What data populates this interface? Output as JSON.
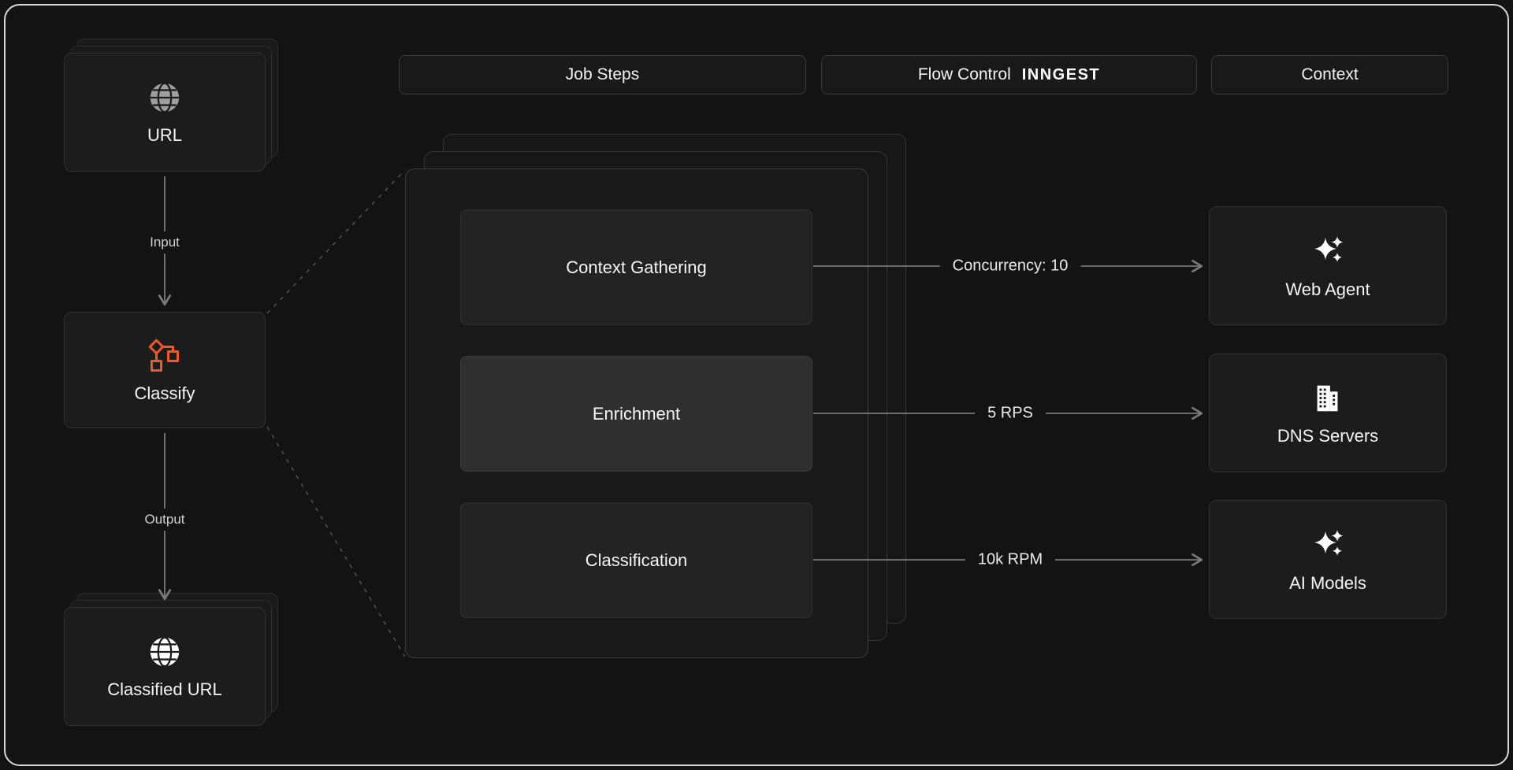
{
  "colors": {
    "background": "#131313",
    "card_background": "#1c1c1c",
    "accent_orange": "#f05a28",
    "arrow_gray": "#7a7a7a",
    "text": "#f5f5f5"
  },
  "headers": {
    "job_steps": "Job Steps",
    "flow_control": "Flow Control",
    "flow_control_brand": "INNGEST",
    "context": "Context"
  },
  "pipeline": {
    "input_card_label": "URL",
    "input_card_icon": "globe-icon",
    "input_edge_label": "Input",
    "classify_card_label": "Classify",
    "classify_card_icon": "classify-flow-icon",
    "output_edge_label": "Output",
    "output_card_label": "Classified URL",
    "output_card_icon": "globe-icon"
  },
  "job_steps": [
    {
      "label": "Context Gathering",
      "highlighted": false
    },
    {
      "label": "Enrichment",
      "highlighted": true
    },
    {
      "label": "Classification",
      "highlighted": false
    }
  ],
  "flow_controls": [
    {
      "label": "Concurrency: 10"
    },
    {
      "label": "5 RPS"
    },
    {
      "label": "10k RPM"
    }
  ],
  "context_services": [
    {
      "label": "Web Agent",
      "icon": "sparkles-icon"
    },
    {
      "label": "DNS Servers",
      "icon": "building-icon"
    },
    {
      "label": "AI Models",
      "icon": "sparkles-icon"
    }
  ]
}
